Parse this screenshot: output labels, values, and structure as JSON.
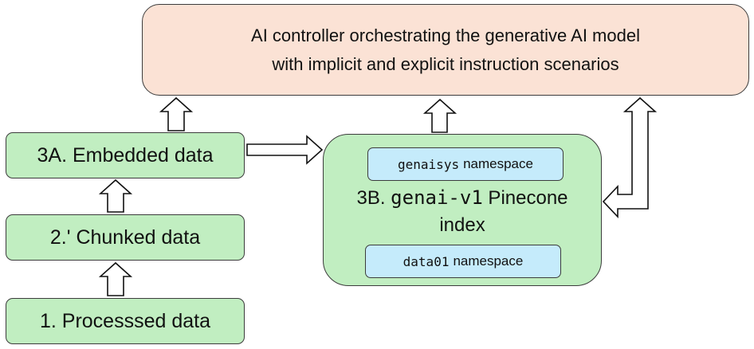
{
  "controller": {
    "line1": "AI controller orchestrating the generative AI model",
    "line2": "with implicit and explicit instruction scenarios"
  },
  "steps": {
    "processed": "1. Processsed data",
    "chunked": "2.' Chunked data",
    "embedded": "3A. Embedded data"
  },
  "pinecone": {
    "prefix": "3B. ",
    "index_name": "genai-v1",
    "suffix_line1": " Pinecone",
    "suffix_line2": "index",
    "namespaces": [
      {
        "code": "genaisys",
        "label": "namespace"
      },
      {
        "code": "data01",
        "label": "namespace"
      }
    ]
  }
}
